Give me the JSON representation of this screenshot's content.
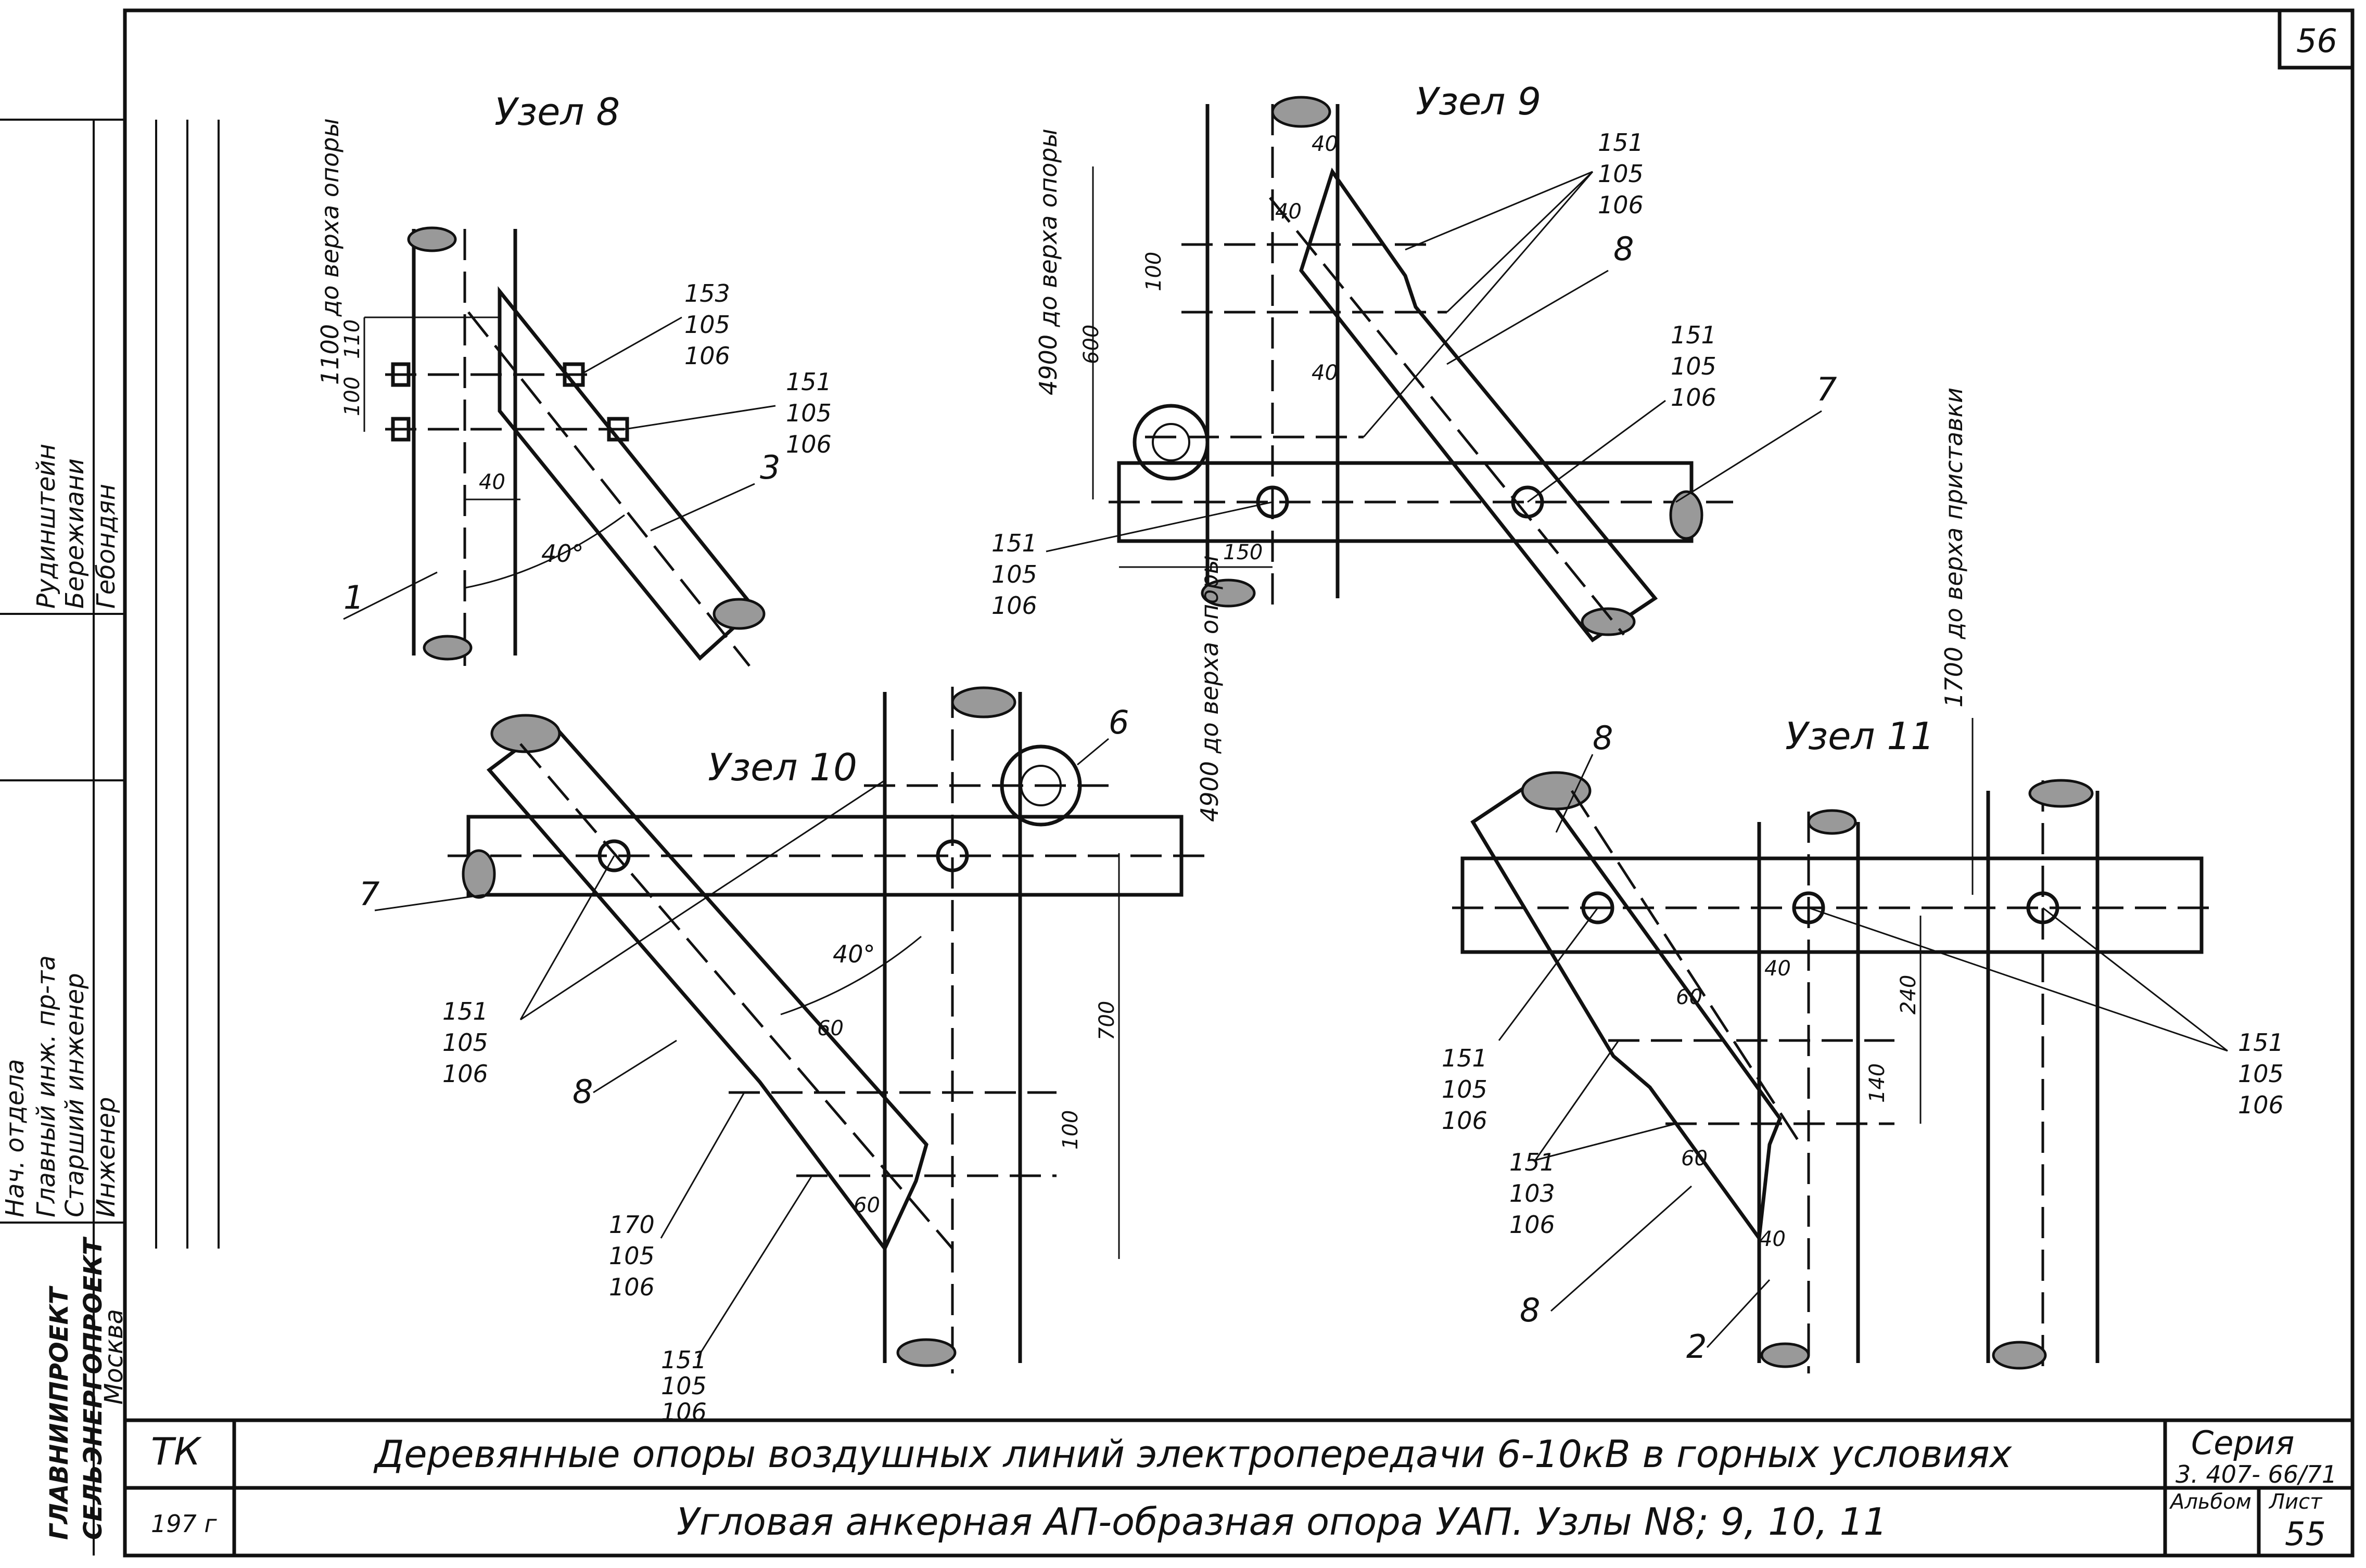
{
  "sheet": {
    "page_number": "56",
    "nodes": {
      "uzel8": "Узел 8",
      "uzel9": "Узел 9",
      "uzel10": "Узел 10",
      "uzel11": "Узел 11"
    },
    "vertical_notes": {
      "n1100": "1100 до верха опоры",
      "n4900a": "4900 до верха опоры",
      "n4900b": "4900 до верха опоры",
      "n1700": "1700 до верха приставки"
    },
    "dims": {
      "d110": "110",
      "d100": "100",
      "d40": "40",
      "d40deg": "40°",
      "d600": "600",
      "d150": "150",
      "d700": "700",
      "d60": "60",
      "d240": "240",
      "d140": "140"
    },
    "callout_stacks": {
      "s153": [
        "153",
        "105",
        "106"
      ],
      "s151": [
        "151",
        "105",
        "106"
      ],
      "s170": [
        "170",
        "105",
        "106"
      ],
      "s151b": [
        "151",
        "103",
        "106"
      ]
    },
    "part_numbers": {
      "p1": "1",
      "p2": "2",
      "p3": "3",
      "p6": "6",
      "p7": "7",
      "p8": "8"
    }
  },
  "title_block": {
    "org_line1": "ГЛАВНИИПРОЕКТ",
    "org_line2": "СЕЛЬЭНЕРГОПРОЕКТ",
    "org_city": "Москва",
    "tk": "ТК",
    "year": "197  г",
    "title_main": "Деревянные опоры воздушных линий электропередачи 6-10кВ в горных условиях",
    "title_sub": "Угловая анкерная АП-образная опора УАП. Узлы N8; 9, 10, 11",
    "series_label": "Серия",
    "series_value": "3. 407- 66/71",
    "album_label": "Альбом",
    "sheet_label": "Лист",
    "sheet_value": "55"
  },
  "staff": {
    "roles": [
      "Нач. отдела",
      "Главный инж. пр-та",
      "Старший инженер",
      "Инженер"
    ],
    "names": [
      "Рудинштейн",
      "Бережиани",
      "Гебондян"
    ]
  }
}
